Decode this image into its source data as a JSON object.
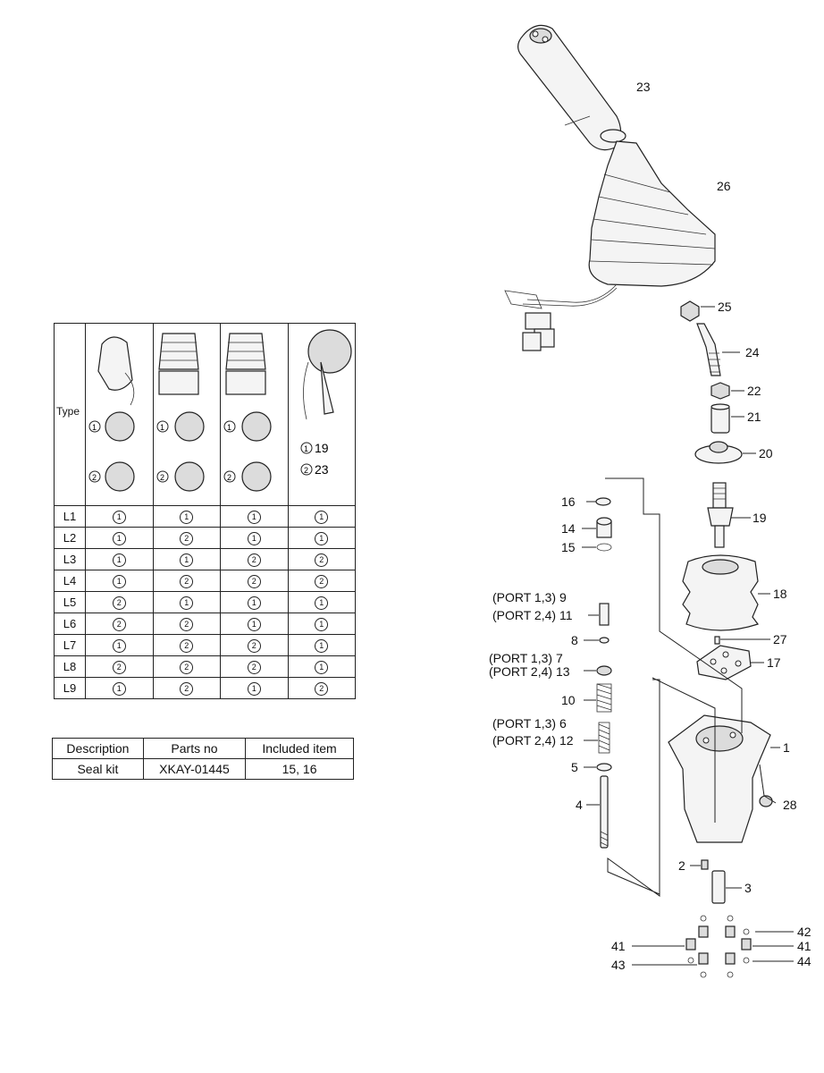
{
  "type_table": {
    "header_label": "Type",
    "col4_options": [
      "19",
      "23"
    ],
    "option_marks": [
      "1",
      "2"
    ],
    "rows": [
      {
        "label": "L1",
        "values": [
          "1",
          "1",
          "1",
          "1"
        ]
      },
      {
        "label": "L2",
        "values": [
          "1",
          "2",
          "1",
          "1"
        ]
      },
      {
        "label": "L3",
        "values": [
          "1",
          "1",
          "2",
          "2"
        ]
      },
      {
        "label": "L4",
        "values": [
          "1",
          "2",
          "2",
          "2"
        ]
      },
      {
        "label": "L5",
        "values": [
          "2",
          "1",
          "1",
          "1"
        ]
      },
      {
        "label": "L6",
        "values": [
          "2",
          "2",
          "1",
          "1"
        ]
      },
      {
        "label": "L7",
        "values": [
          "1",
          "2",
          "2",
          "1"
        ]
      },
      {
        "label": "L8",
        "values": [
          "2",
          "2",
          "2",
          "1"
        ]
      },
      {
        "label": "L9",
        "values": [
          "1",
          "2",
          "1",
          "2"
        ]
      }
    ]
  },
  "seal_table": {
    "headers": [
      "Description",
      "Parts no",
      "Included item"
    ],
    "row": [
      "Seal kit",
      "XKAY-01445",
      "15, 16"
    ]
  },
  "callouts": {
    "c23": "23",
    "c26": "26",
    "c25": "25",
    "c24": "24",
    "c22": "22",
    "c21": "21",
    "c20": "20",
    "c19": "19",
    "c18": "18",
    "c27": "27",
    "c17": "17",
    "c1": "1",
    "c28": "28",
    "c2": "2",
    "c3": "3",
    "c16": "16",
    "c14": "14",
    "c15": "15",
    "c9": "(PORT 1,3) 9",
    "c11": "(PORT 2,4) 11",
    "c8": "8",
    "c7": "(PORT 1,3) 7",
    "c13": "(PORT 2,4) 13",
    "c10": "10",
    "c6": "(PORT 1,3) 6",
    "c12": "(PORT 2,4) 12",
    "c5": "5",
    "c4": "4",
    "c42": "42",
    "c41a": "41",
    "c41b": "41",
    "c43": "43",
    "c44": "44"
  }
}
